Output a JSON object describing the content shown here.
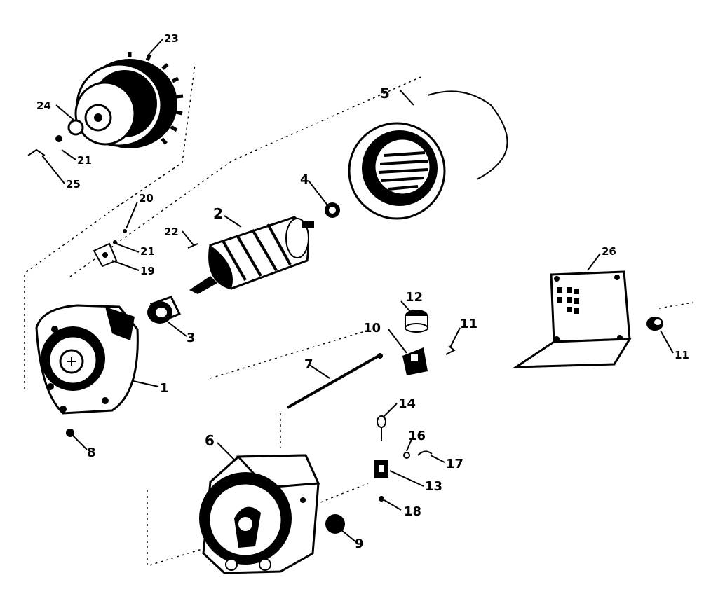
{
  "diagram": {
    "callouts": {
      "c1": "1",
      "c2": "2",
      "c3": "3",
      "c4": "4",
      "c5": "5",
      "c6": "6",
      "c7": "7",
      "c8": "8",
      "c9": "9",
      "c10": "10",
      "c11a": "11",
      "c11b": "11",
      "c12": "12",
      "c13": "13",
      "c14": "14",
      "c16": "16",
      "c17": "17",
      "c18": "18",
      "c19": "19",
      "c20": "20",
      "c21a": "21",
      "c21b": "21",
      "c22": "22",
      "c23": "23",
      "c24": "24",
      "c25": "25",
      "c26": "26"
    }
  }
}
